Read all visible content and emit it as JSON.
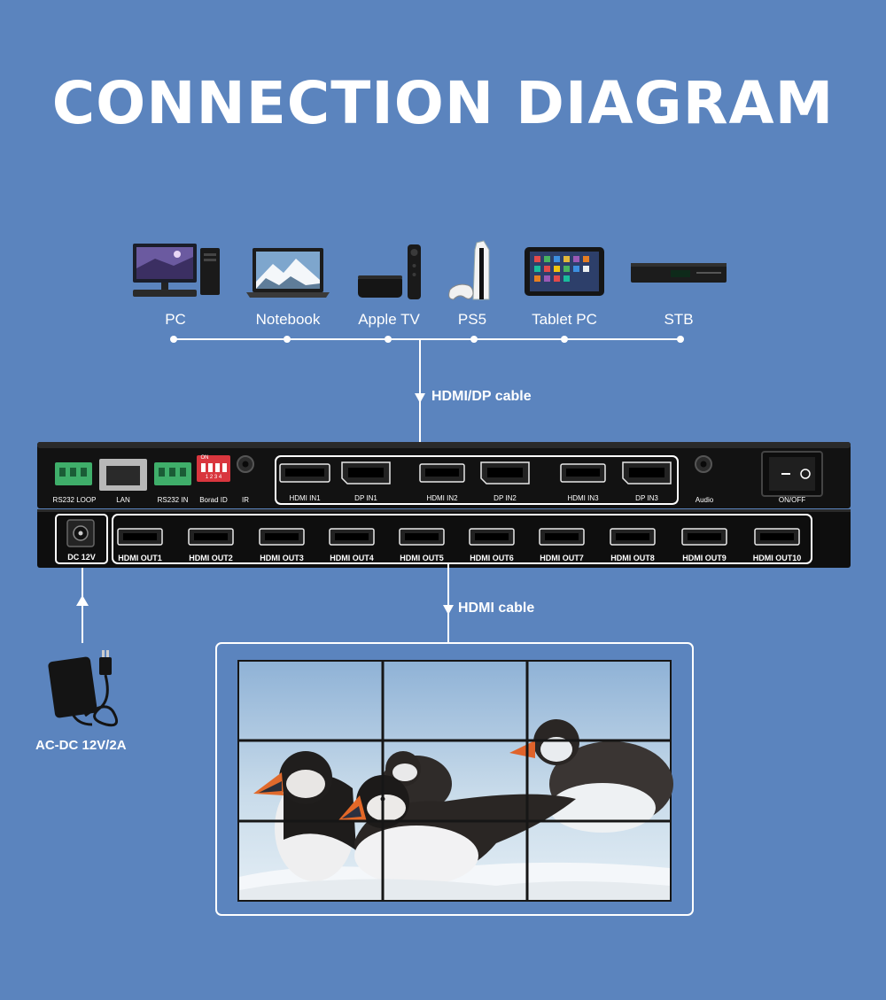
{
  "title": "CONNECTION DIAGRAM",
  "sources": [
    {
      "label": "PC",
      "icon": "pc-icon"
    },
    {
      "label": "Notebook",
      "icon": "notebook-icon"
    },
    {
      "label": "Apple TV",
      "icon": "apple-tv-icon"
    },
    {
      "label": "PS5",
      "icon": "ps5-icon"
    },
    {
      "label": "Tablet PC",
      "icon": "tablet-icon"
    },
    {
      "label": "STB",
      "icon": "stb-icon"
    }
  ],
  "cables": {
    "input": "HDMI/DP cable",
    "output": "HDMI cable"
  },
  "device": {
    "top_ports": [
      "RS232 LOOP",
      "LAN",
      "RS232 IN",
      "Borad ID",
      "IR"
    ],
    "dip_on": "ON",
    "dip_numbers": "1 2 3 4",
    "inputs": [
      "HDMI IN1",
      "DP IN1",
      "HDMI IN2",
      "DP IN2",
      "HDMI IN3",
      "DP IN3"
    ],
    "audio": "Audio",
    "switch": "ON/OFF",
    "power_port": "DC 12V",
    "outputs": [
      "HDMI OUT1",
      "HDMI OUT2",
      "HDMI OUT3",
      "HDMI OUT4",
      "HDMI OUT5",
      "HDMI OUT6",
      "HDMI OUT7",
      "HDMI OUT8",
      "HDMI OUT9",
      "HDMI OUT10"
    ]
  },
  "power_adapter": "AC-DC 12V/2A",
  "video_wall": {
    "rows": 3,
    "cols": 3,
    "image": "puffins-photo"
  }
}
